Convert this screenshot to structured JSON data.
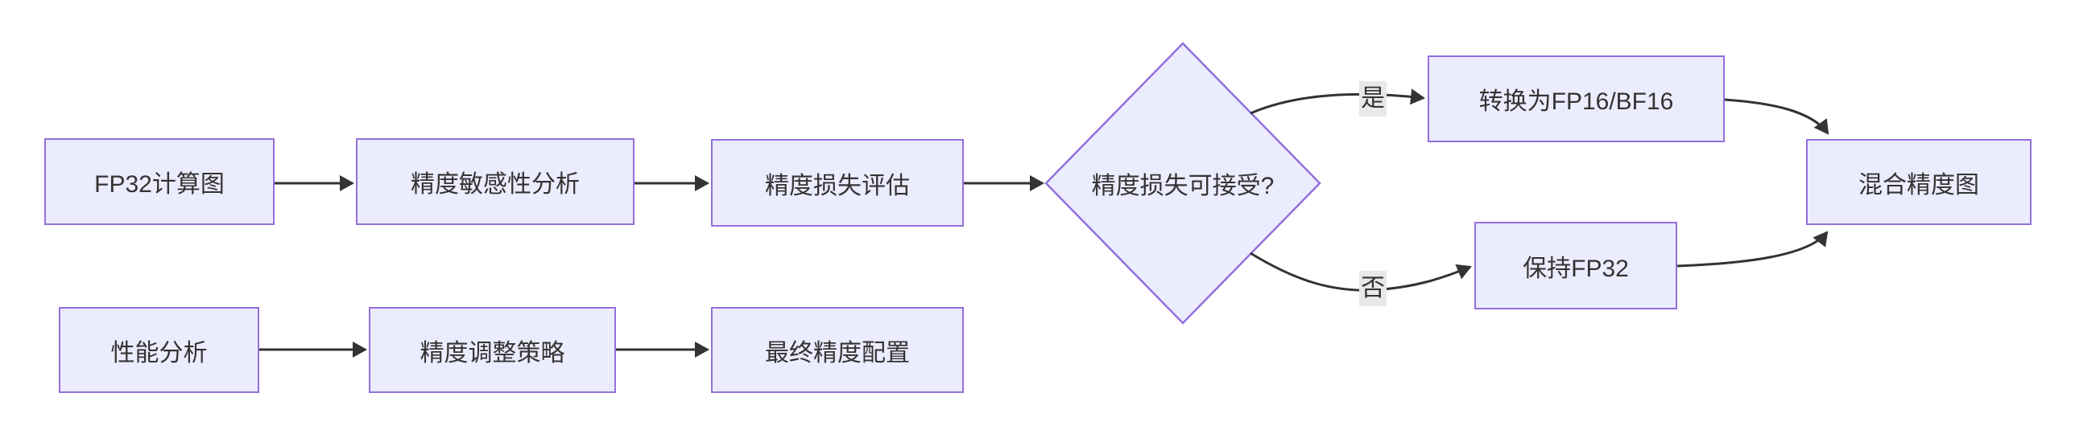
{
  "diagram": {
    "type": "flowchart",
    "direction": "left-to-right",
    "nodes": {
      "fp32_graph": {
        "label": "FP32计算图",
        "shape": "rect"
      },
      "sensitivity": {
        "label": "精度敏感性分析",
        "shape": "rect"
      },
      "loss_eval": {
        "label": "精度损失评估",
        "shape": "rect"
      },
      "decision": {
        "label": "精度损失可接受?",
        "shape": "diamond"
      },
      "convert": {
        "label": "转换为FP16/BF16",
        "shape": "rect"
      },
      "keep_fp32": {
        "label": "保持FP32",
        "shape": "rect"
      },
      "mixed": {
        "label": "混合精度图",
        "shape": "rect"
      },
      "perf": {
        "label": "性能分析",
        "shape": "rect"
      },
      "strategy": {
        "label": "精度调整策略",
        "shape": "rect"
      },
      "final_config": {
        "label": "最终精度配置",
        "shape": "rect"
      }
    },
    "edge_labels": {
      "yes": "是",
      "no": "否"
    },
    "edges": [
      {
        "from": "fp32_graph",
        "to": "sensitivity",
        "label": ""
      },
      {
        "from": "sensitivity",
        "to": "loss_eval",
        "label": ""
      },
      {
        "from": "loss_eval",
        "to": "decision",
        "label": ""
      },
      {
        "from": "decision",
        "to": "convert",
        "label": "是"
      },
      {
        "from": "decision",
        "to": "keep_fp32",
        "label": "否"
      },
      {
        "from": "convert",
        "to": "mixed",
        "label": ""
      },
      {
        "from": "keep_fp32",
        "to": "mixed",
        "label": ""
      },
      {
        "from": "perf",
        "to": "strategy",
        "label": ""
      },
      {
        "from": "strategy",
        "to": "final_config",
        "label": ""
      }
    ]
  },
  "colors": {
    "node-fill": "#ECECFF",
    "node-border": "#9370DB",
    "edge-stroke": "#333333",
    "text": "#333333",
    "label-bg": "#e8e8e8",
    "background": "#ffffff"
  }
}
